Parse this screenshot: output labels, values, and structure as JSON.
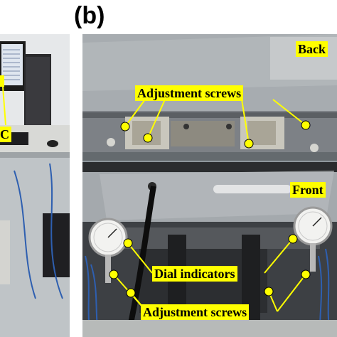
{
  "panel_label": "(b)",
  "photo": {
    "callouts": {
      "back": "Back",
      "front": "Front",
      "adjustment_screws_top": "Adjustment screws",
      "dial_indicators": "Dial indicators",
      "adjustment_screws_bottom": "Adjustment screws",
      "left_partial": "C"
    }
  },
  "colors": {
    "callout_fill": "#ffff00",
    "marker_fill": "#ffff00",
    "leader_line": "#ffff00",
    "background": "#ffffff"
  }
}
